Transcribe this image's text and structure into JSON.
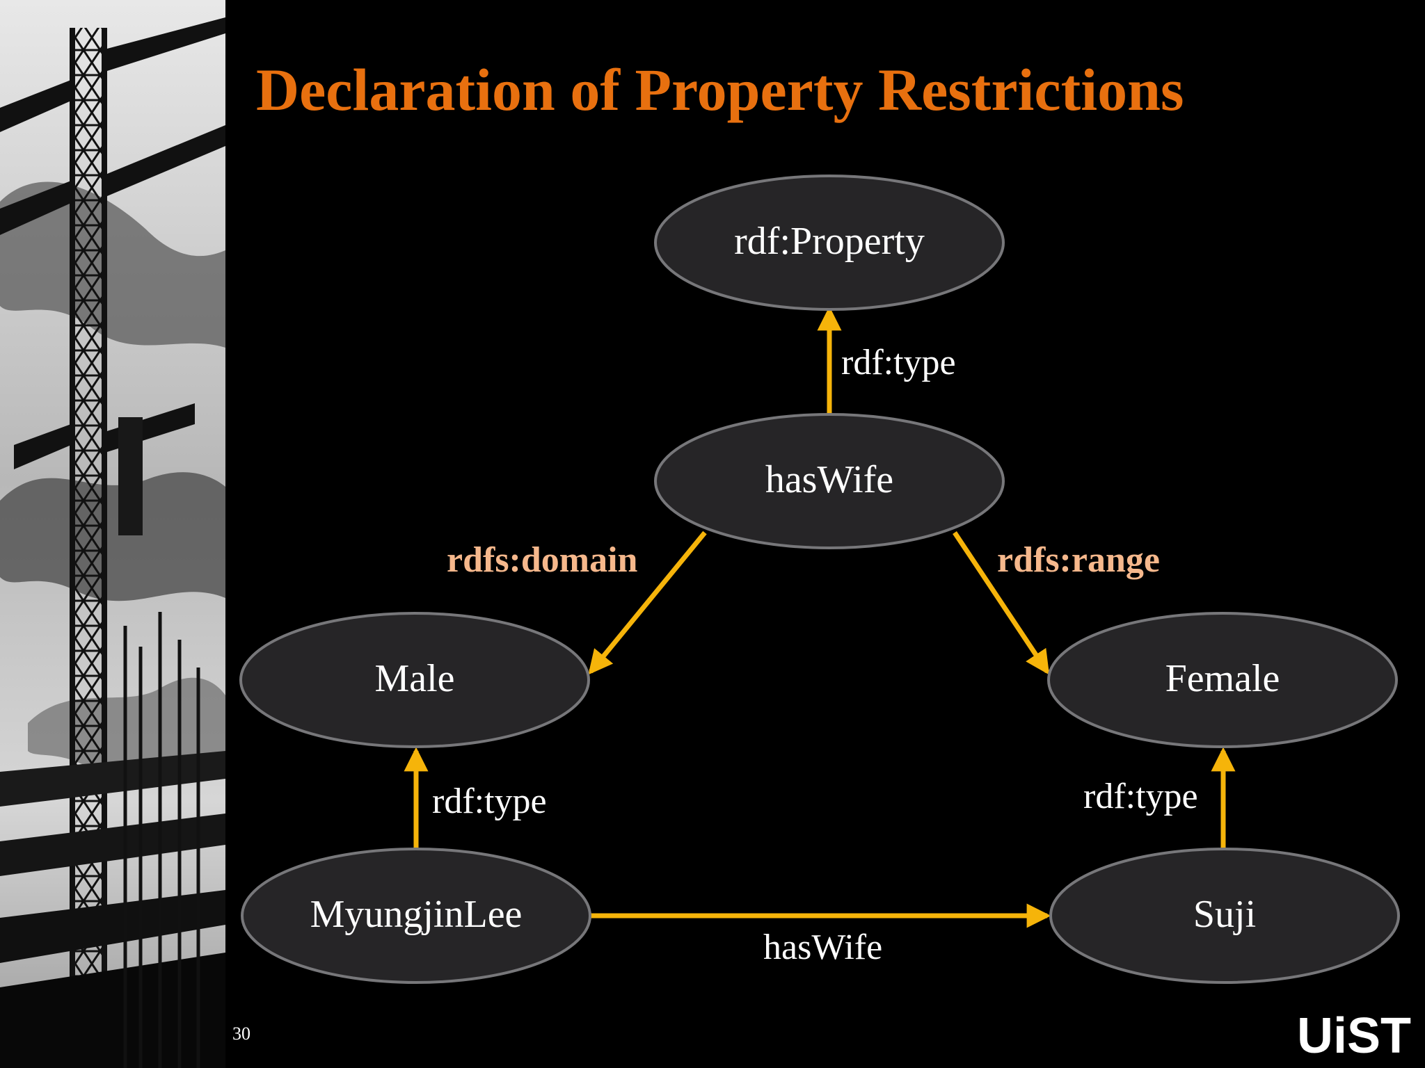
{
  "slide": {
    "title": "Declaration of Property Restrictions",
    "page_number": "30",
    "logo_text": "UiST"
  },
  "colors": {
    "background": "#000000",
    "title": "#e8700f",
    "node_fill": "#262527",
    "node_stroke": "#77777a",
    "arrow": "#f6b40a",
    "domain_range_label": "#f6b88c",
    "text": "#ffffff"
  },
  "diagram": {
    "nodes": {
      "rdf_property": "rdf:Property",
      "has_wife": "hasWife",
      "male": "Male",
      "female": "Female",
      "myungjinlee": "MyungjinLee",
      "suji": "Suji"
    },
    "edges": {
      "haswife_type": "rdf:type",
      "domain": "rdfs:domain",
      "range": "rdfs:range",
      "myungjinlee_type": "rdf:type",
      "suji_type": "rdf:type",
      "haswife_relation": "hasWife"
    }
  },
  "icons": {
    "side_image": "construction-crane-photo-icon",
    "logo": "unist-logo-icon"
  }
}
